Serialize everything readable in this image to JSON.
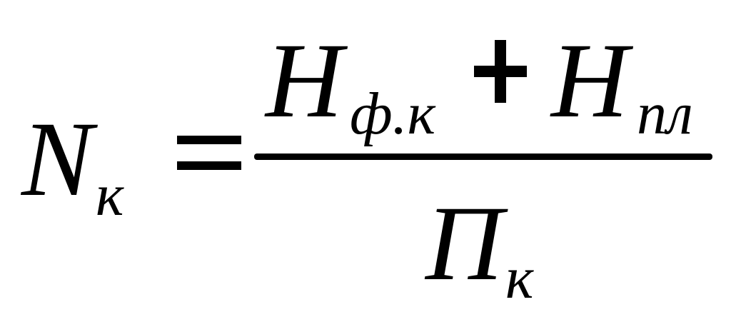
{
  "formula": {
    "lhs": {
      "symbol": "N",
      "subscript": "к"
    },
    "equals": "=",
    "numerator": {
      "term1": {
        "symbol": "H",
        "subscript": "ф.к"
      },
      "operator": "+",
      "term2": {
        "symbol": "H",
        "subscript": "пл"
      }
    },
    "denominator": {
      "symbol": "П",
      "subscript": "к"
    }
  }
}
